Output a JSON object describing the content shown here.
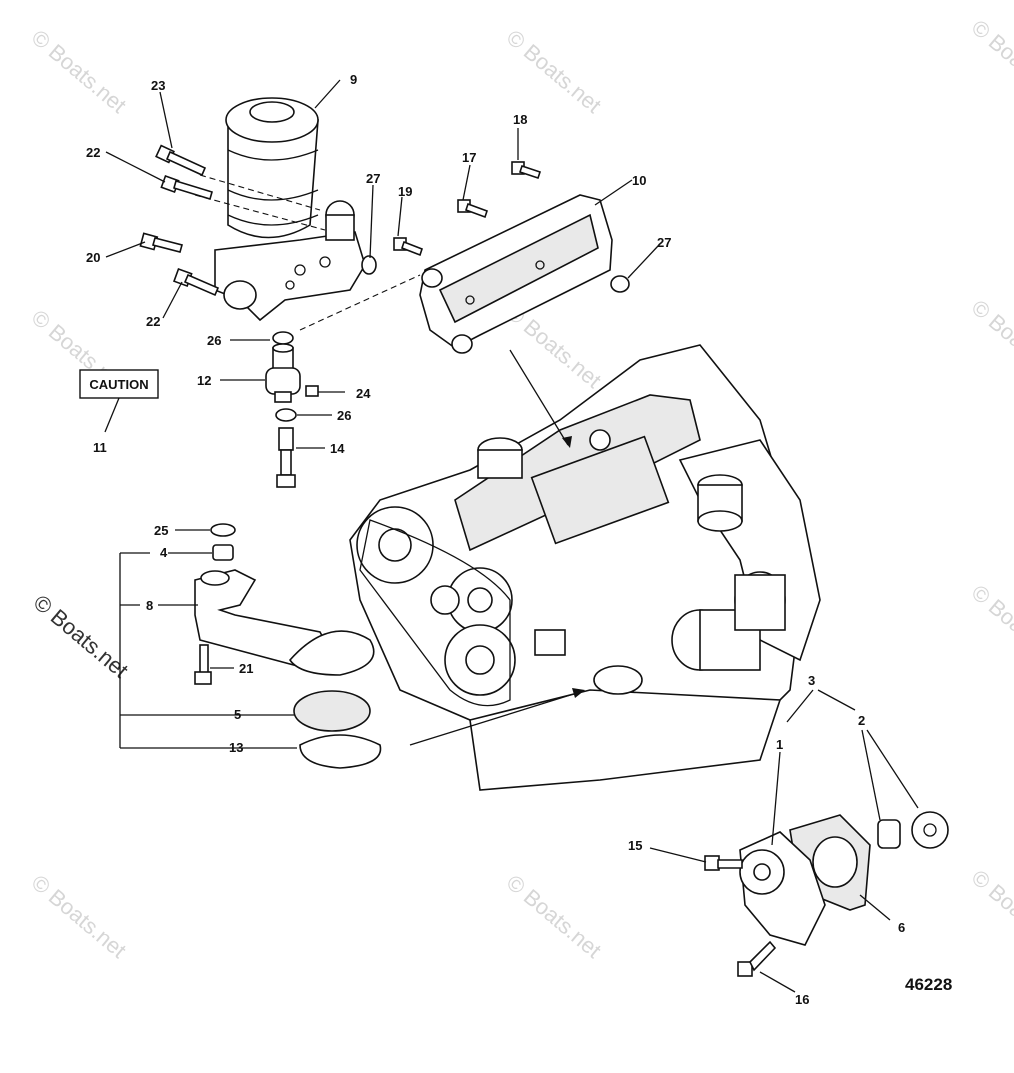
{
  "diagram": {
    "figure_number": "46228",
    "caution_label": "CAUTION",
    "watermark": "© Boats.net",
    "callouts": {
      "c1": "1",
      "c2": "2",
      "c3": "3",
      "c4": "4",
      "c5": "5",
      "c6": "6",
      "c8": "8",
      "c9": "9",
      "c10": "10",
      "c11": "11",
      "c12": "12",
      "c13": "13",
      "c14": "14",
      "c15": "15",
      "c16": "16",
      "c17": "17",
      "c18": "18",
      "c19": "19",
      "c20": "20",
      "c21": "21",
      "c22a": "22",
      "c22b": "22",
      "c23": "23",
      "c24": "24",
      "c25": "25",
      "c26a": "26",
      "c26b": "26",
      "c27a": "27",
      "c27b": "27"
    }
  }
}
